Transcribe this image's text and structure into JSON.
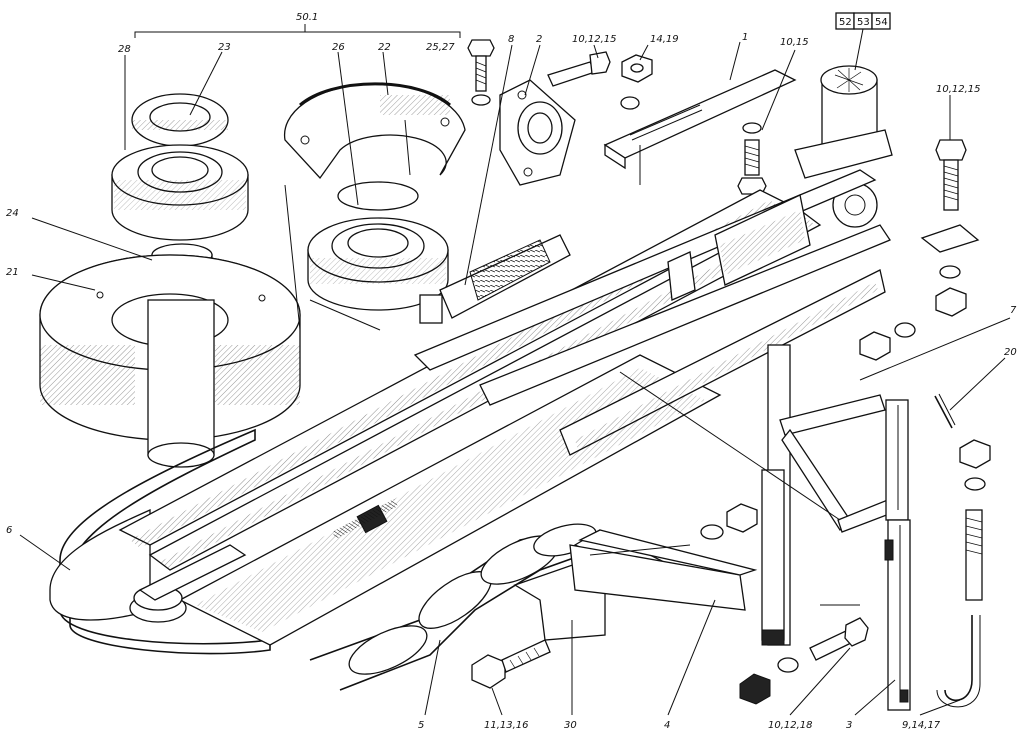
{
  "labels": {
    "group_50_1": "50.1",
    "p28": "28",
    "p23": "23",
    "p26": "26",
    "p22": "22",
    "p25_27": "25,27",
    "p8": "8",
    "p2": "2",
    "p10_12_15_top": "10,12,15",
    "p14_19": "14,19",
    "p1": "1",
    "p10_15": "10,15",
    "box_52": "52",
    "box_53": "53",
    "box_54": "54",
    "p10_12_15_right": "10,12,15",
    "p24": "24",
    "p21": "21",
    "p7": "7",
    "p20": "20",
    "p6": "6",
    "p5": "5",
    "p11_13_16": "11,13,16",
    "p30": "30",
    "p4": "4",
    "p10_12_18": "10,12,18",
    "p3": "3",
    "p9_14_17": "9,14,17"
  }
}
